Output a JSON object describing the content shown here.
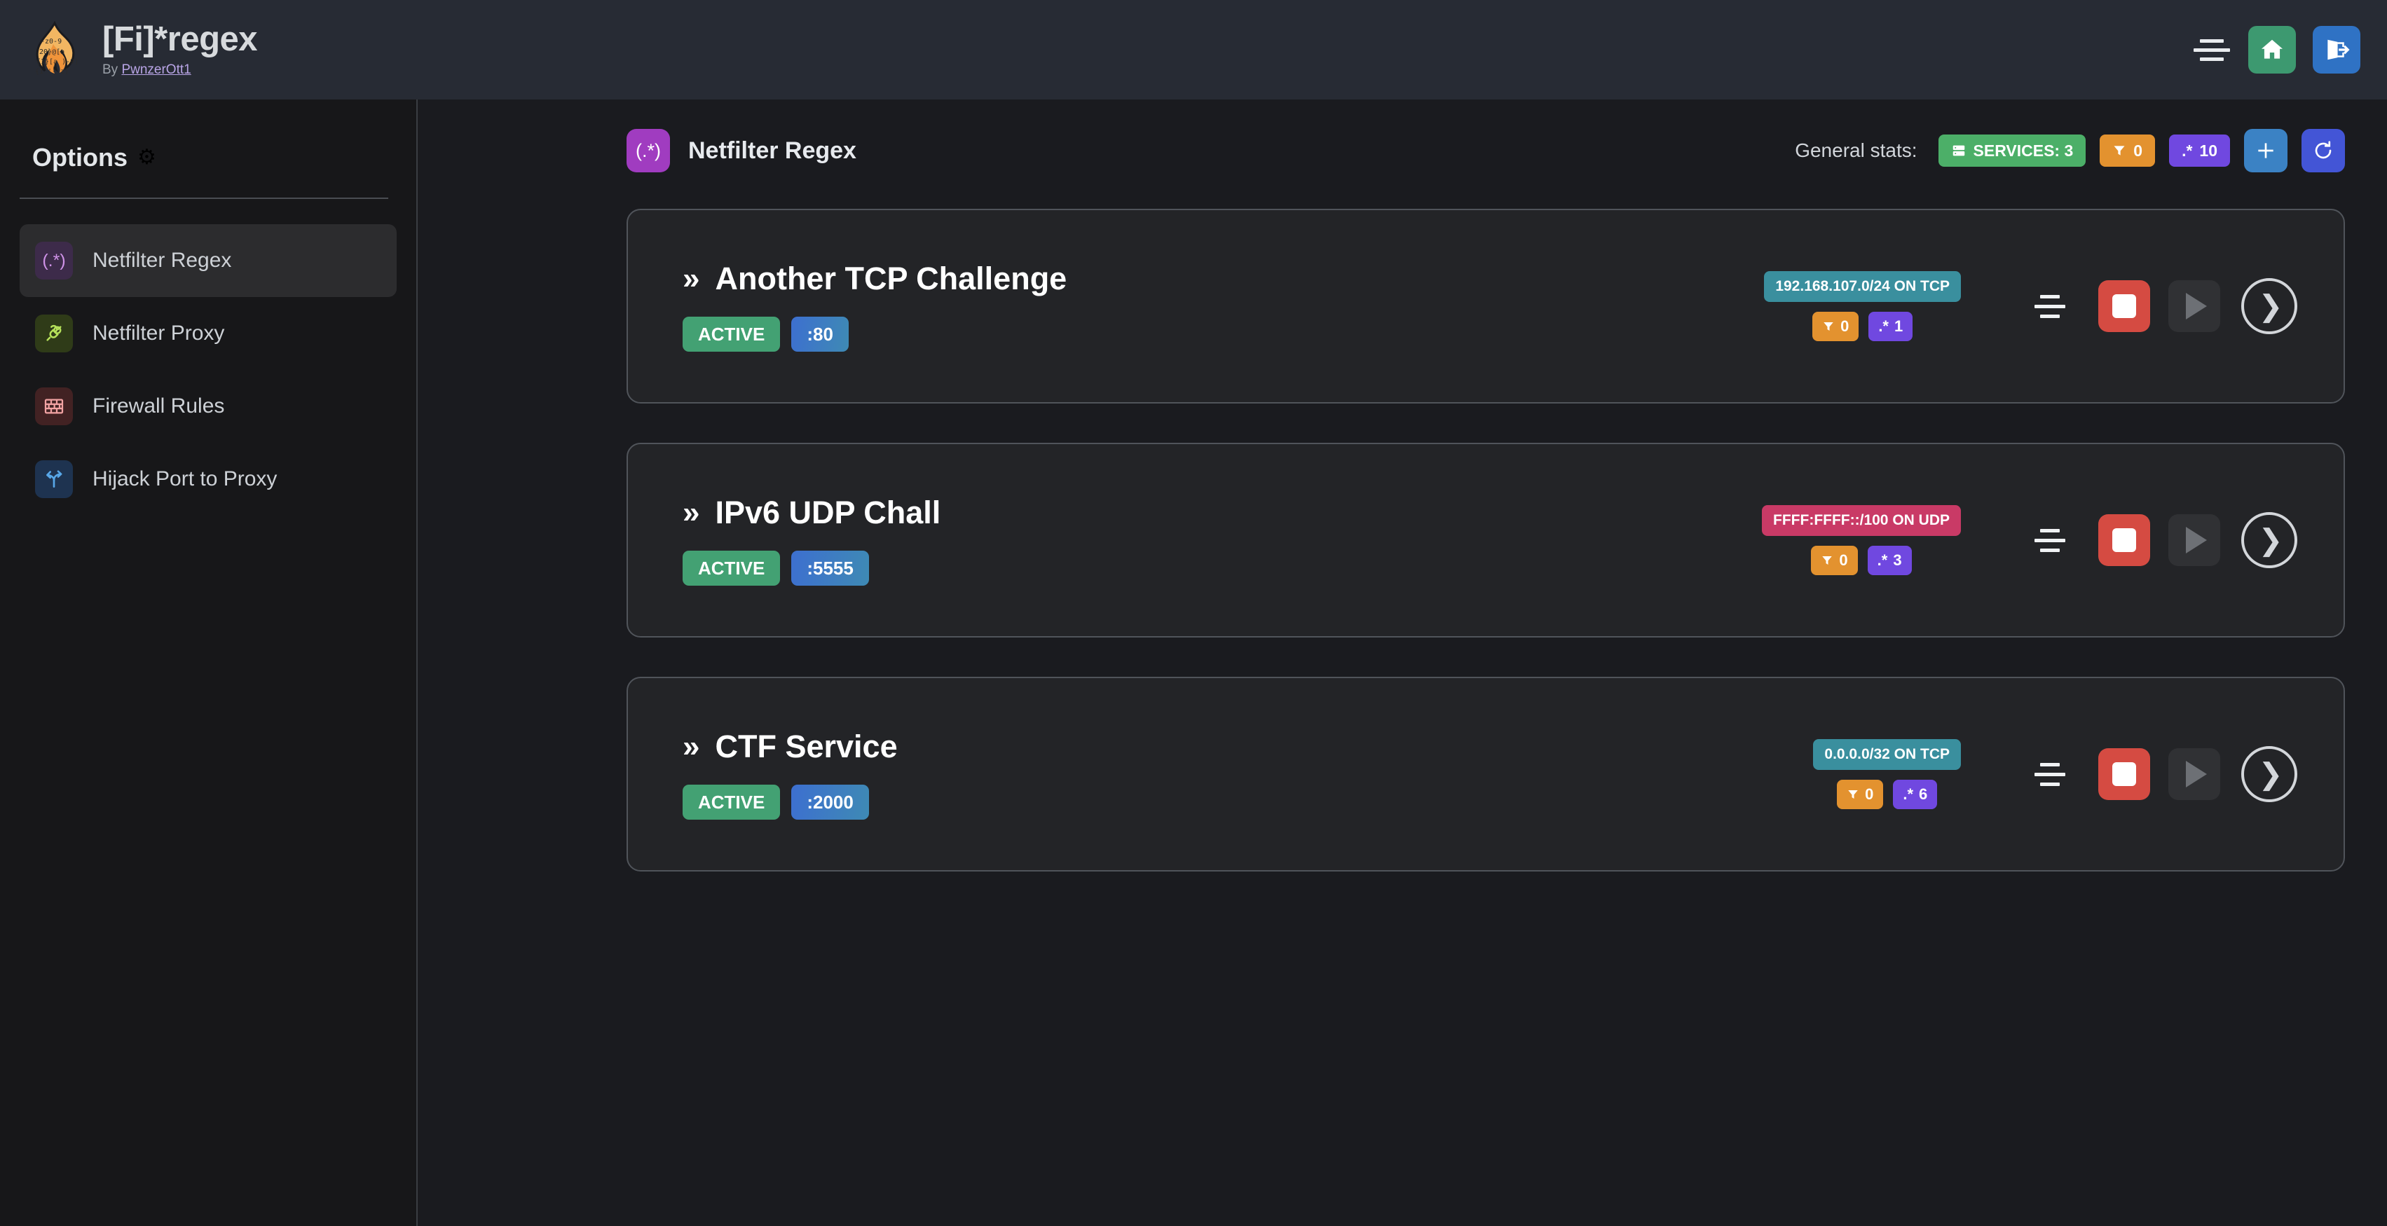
{
  "header": {
    "app_title": "[Fi]*regex",
    "by_prefix": "By ",
    "author": "PwnzerOtt1",
    "logo_icon": "flame-regex-logo",
    "menu_icon": "hamburger-menu-icon",
    "home_icon": "home-icon",
    "logout_icon": "logout-icon"
  },
  "sidebar": {
    "title": "Options",
    "gear_icon": "⚙",
    "items": [
      {
        "label": "Netfilter Regex",
        "icon": "(.*)",
        "icon_name": "regex-icon",
        "active": true
      },
      {
        "label": "Netfilter Proxy",
        "icon": "proxy-plug",
        "icon_name": "plug-icon",
        "active": false
      },
      {
        "label": "Firewall Rules",
        "icon": "brick-wall",
        "icon_name": "firewall-icon",
        "active": false
      },
      {
        "label": "Hijack Port to Proxy",
        "icon": "shuffle",
        "icon_name": "shuffle-icon",
        "active": false
      }
    ]
  },
  "main": {
    "page_icon": "(.*)",
    "page_title": "Netfilter Regex",
    "stats_label": "General stats:",
    "stats": {
      "services_label": "SERVICES: 3",
      "services_icon": "server-icon",
      "filter_count": "0",
      "filter_icon": "filter-icon",
      "regex_count": "10",
      "regex_icon": ".*"
    },
    "add_label": "+",
    "refresh_icon": "refresh-icon",
    "card_controls": {
      "drag_name": "drag-handle",
      "stop_name": "stop-button",
      "play_name": "play-button",
      "goto_name": "open-service-button",
      "goto_glyph": "❯"
    },
    "chevron": "»",
    "services": [
      {
        "title": "Another TCP Challenge",
        "status": "ACTIVE",
        "port": ":80",
        "network": "192.168.107.0/24 ON TCP",
        "proto": "tcp",
        "filter_count": "0",
        "regex_count": "1"
      },
      {
        "title": "IPv6 UDP Chall",
        "status": "ACTIVE",
        "port": ":5555",
        "network": "FFFF:FFFF::/100 ON UDP",
        "proto": "udp",
        "filter_count": "0",
        "regex_count": "3"
      },
      {
        "title": "CTF Service",
        "status": "ACTIVE",
        "port": ":2000",
        "network": "0.0.0.0/32 ON TCP",
        "proto": "tcp",
        "filter_count": "0",
        "regex_count": "6"
      }
    ]
  },
  "colors": {
    "accent_purple": "#a03cc0",
    "status_green": "#43a173",
    "stop_red": "#d54b42",
    "net_tcp": "#3a8f9e",
    "net_udp": "#c93a66",
    "filter_orange": "#e3922f",
    "regex_purple": "#7048e0"
  }
}
